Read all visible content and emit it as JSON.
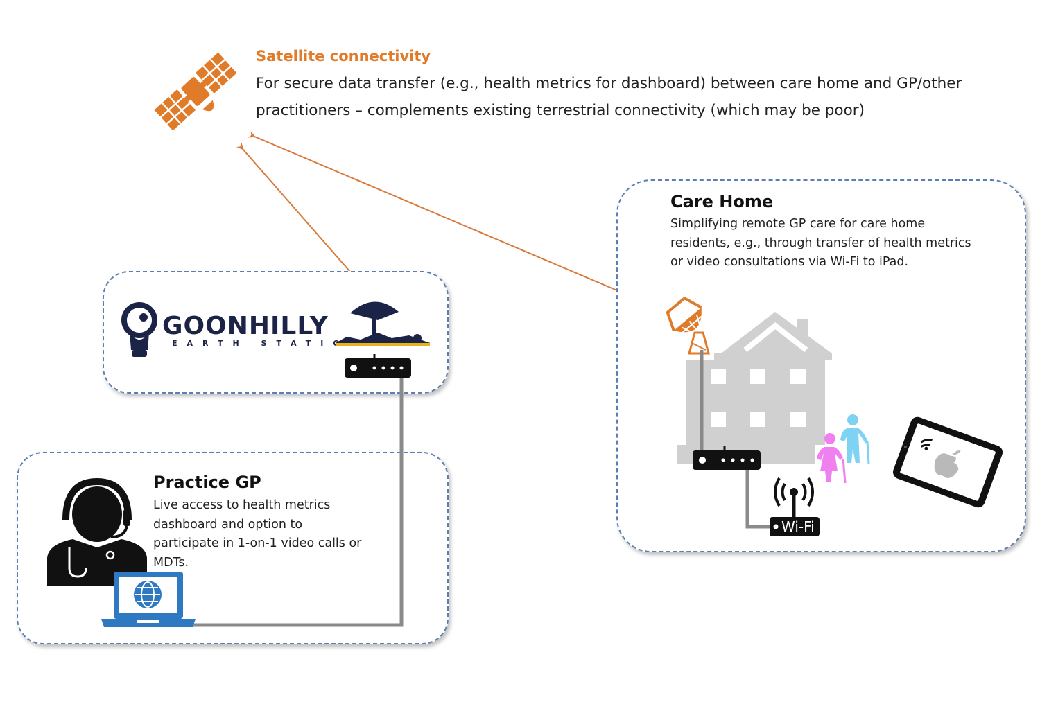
{
  "satellite": {
    "title": "Satellite connectivity",
    "description_line1": "For secure data transfer (e.g., health metrics for dashboard) between care home and GP/other",
    "description_line2": "practitioners – complements existing terrestrial connectivity (which may be poor)",
    "icon": "satellite-icon"
  },
  "goonhilly": {
    "logo_text": "GOONHILLY",
    "logo_subtext": "EARTH STATION",
    "icon": "ground-station-dish-icon"
  },
  "care_home": {
    "title": "Care Home",
    "description_lines": [
      "Simplifying remote GP care for care home",
      "residents, e.g., through  transfer of health metrics",
      "or video consultations via Wi-Fi to iPad."
    ],
    "wifi_label": "Wi-Fi",
    "icons": [
      "satellite-dish-icon",
      "house-icon",
      "router-icon",
      "wifi-icon",
      "elderly-people-icon",
      "tablet-icon"
    ]
  },
  "practice_gp": {
    "title": "Practice GP",
    "description_lines": [
      "Live access to health metrics",
      "dashboard and option  to",
      "participate in 1-on-1 video calls or",
      "MDTs."
    ],
    "icons": [
      "doctor-icon",
      "laptop-icon"
    ]
  },
  "colors": {
    "accent_orange": "#e07b2a",
    "box_border": "#5b7fb0",
    "logo_navy": "#1b2446",
    "logo_gold": "#e9b21c",
    "link_gray": "#8a8a8a",
    "house_gray": "#d0d0d0",
    "laptop_blue": "#2f79c2"
  }
}
